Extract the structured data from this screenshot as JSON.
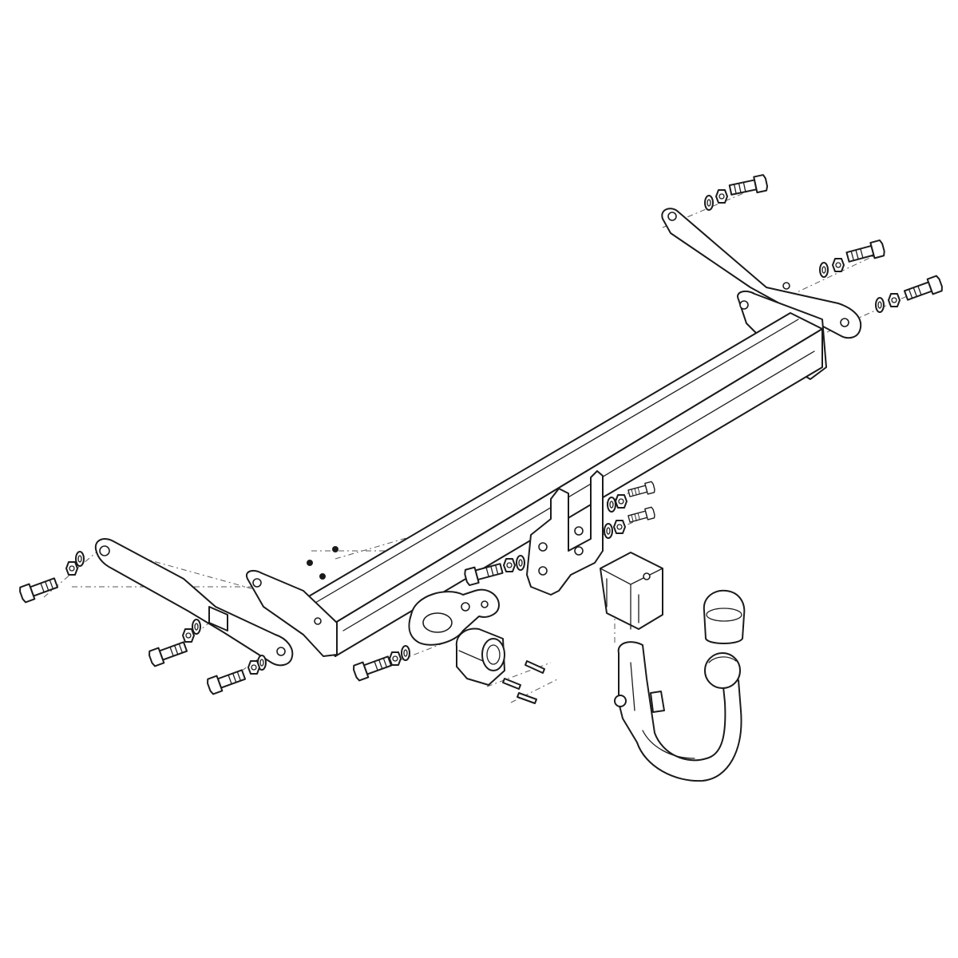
{
  "diagram": {
    "kind": "exploded-assembly",
    "style": "line-art",
    "colors": {
      "background": "#ffffff",
      "line": "#1a1a1a",
      "guide": "#555555"
    },
    "parts": [
      "crossbar-beam",
      "left-side-bracket",
      "right-side-bracket",
      "left-end-plate",
      "right-end-plate",
      "center-mounting-plate",
      "socket-holder-bracket",
      "electrical-socket",
      "tow-ball-receiver",
      "detachable-tow-ball-arm",
      "tow-ball-cap",
      "hex-bolts",
      "washers",
      "nuts",
      "socket-screws"
    ]
  }
}
